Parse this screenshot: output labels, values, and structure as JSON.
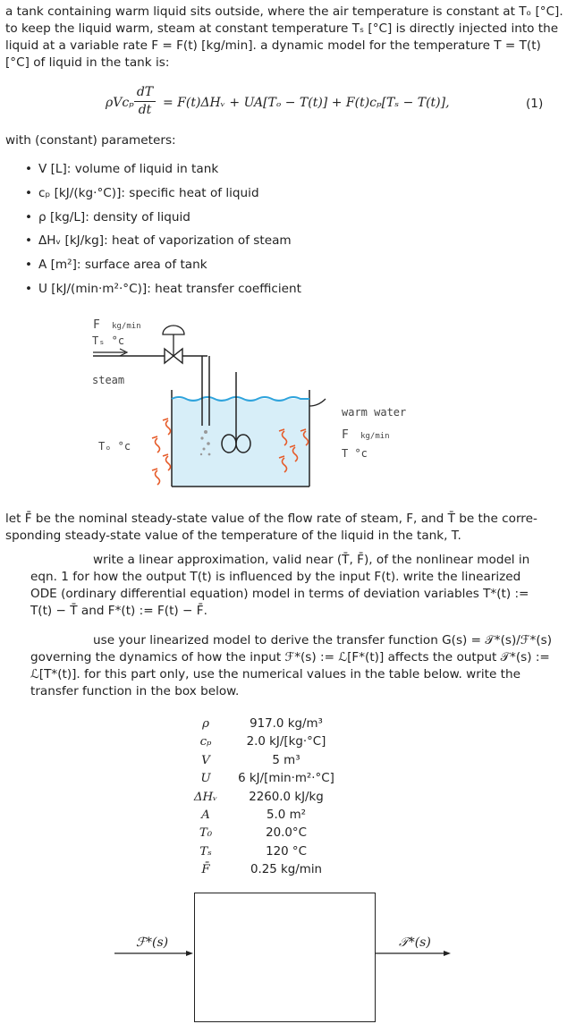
{
  "intro": {
    "line1": "a tank containing warm liquid sits outside, where the air temperature is constant at Tₒ [°C].",
    "line2": "to keep the liquid warm, steam at constant temperature Tₛ [°C] is directly injected into the",
    "line3": "liquid at a variable rate F = F(t) [kg/min]. a dynamic model for the temperature T = T(t)",
    "line4": "[°C] of liquid in the tank is:"
  },
  "equation": {
    "lhs_coef": "ρVcₚ",
    "frac_num": "dT",
    "frac_den": "dt",
    "rhs": "= F(t)ΔHᵥ + UA[Tₒ − T(t)] + F(t)cₚ[Tₛ − T(t)],",
    "number": "(1)"
  },
  "params_intro": "with (constant) parameters:",
  "param_list": [
    "V [L]: volume of liquid in tank",
    "cₚ [kJ/(kg·°C)]: specific heat of liquid",
    "ρ [kg/L]: density of liquid",
    "ΔHᵥ [kJ/kg]: heat of vaporization of steam",
    "A [m²]: surface area of tank",
    "U [kJ/(min·m²·°C)]: heat transfer coefficient"
  ],
  "diagram": {
    "flow_label": "F",
    "flow_units": "kg/min",
    "steam_temp": "Tₛ °c",
    "steam_label": "steam",
    "ambient": "Tₒ °c",
    "warm_water": "warm water",
    "out_flow": "F",
    "out_units": "kg/min",
    "out_temp": "T °c"
  },
  "steady": {
    "line1": "let F̄ be the nominal steady-state value of the flow rate of steam, F, and T̄ be the corre-",
    "line2": "sponding steady-state value of the temperature of the liquid in the tank, T."
  },
  "q1": {
    "line1": "write a linear approximation, valid near (T̄, F̄), of the nonlinear model in",
    "line2": "eqn. 1 for how the output T(t) is influenced by the input F(t). write the linearized",
    "line3": "ODE (ordinary differential equation) model in terms of deviation variables T*(t) :=",
    "line4": "T(t) − T̄ and F*(t) := F(t) − F̄."
  },
  "q2": {
    "line1": "use your linearized model to derive the transfer function G(s) = 𝒯*(s)/ℱ*(s)",
    "line2": "governing the dynamics of how the input ℱ*(s) := ℒ[F*(t)] affects the output 𝒯*(s) :=",
    "line3": "ℒ[T*(t)]. for this part only, use the numerical values in the table below. write the",
    "line4": "transfer function in the box below."
  },
  "table": [
    {
      "sym": "ρ",
      "val": "917.0 kg/m³"
    },
    {
      "sym": "cₚ",
      "val": "2.0 kJ/[kg·°C]"
    },
    {
      "sym": "V",
      "val": "5 m³"
    },
    {
      "sym": "U",
      "val": "6 kJ/[min·m²·°C]"
    },
    {
      "sym": "ΔHᵥ",
      "val": "2260.0 kJ/kg"
    },
    {
      "sym": "A",
      "val": "5.0 m²"
    },
    {
      "sym": "T₀",
      "val": "20.0°C"
    },
    {
      "sym": "Tₛ",
      "val": "120 °C"
    },
    {
      "sym": "F̄",
      "val": "0.25 kg/min"
    }
  ],
  "block": {
    "input": "ℱ*(s)",
    "output": "𝒯*(s)"
  }
}
